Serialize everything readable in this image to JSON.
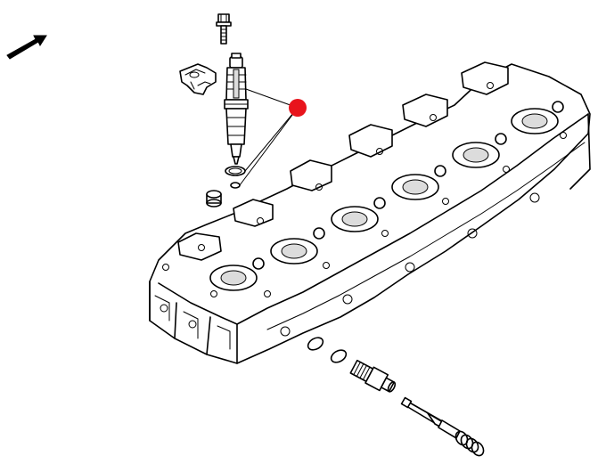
{
  "diagram": {
    "accent_color": "#e8141c",
    "line_color": "#000000",
    "background": "#ffffff",
    "callout_marker": {
      "kind": "red-dot",
      "label": ""
    },
    "parts": [
      "direction-arrow",
      "injector-bolt",
      "injector-clamp",
      "fuel-injector",
      "injector-sealing-washer",
      "injector-o-ring",
      "injector-sleeve-cap",
      "cylinder-head",
      "connector-o-ring-large",
      "connector-o-ring-small",
      "fuel-connector-tube",
      "fuel-connector-shaft",
      "connector-spring"
    ]
  }
}
